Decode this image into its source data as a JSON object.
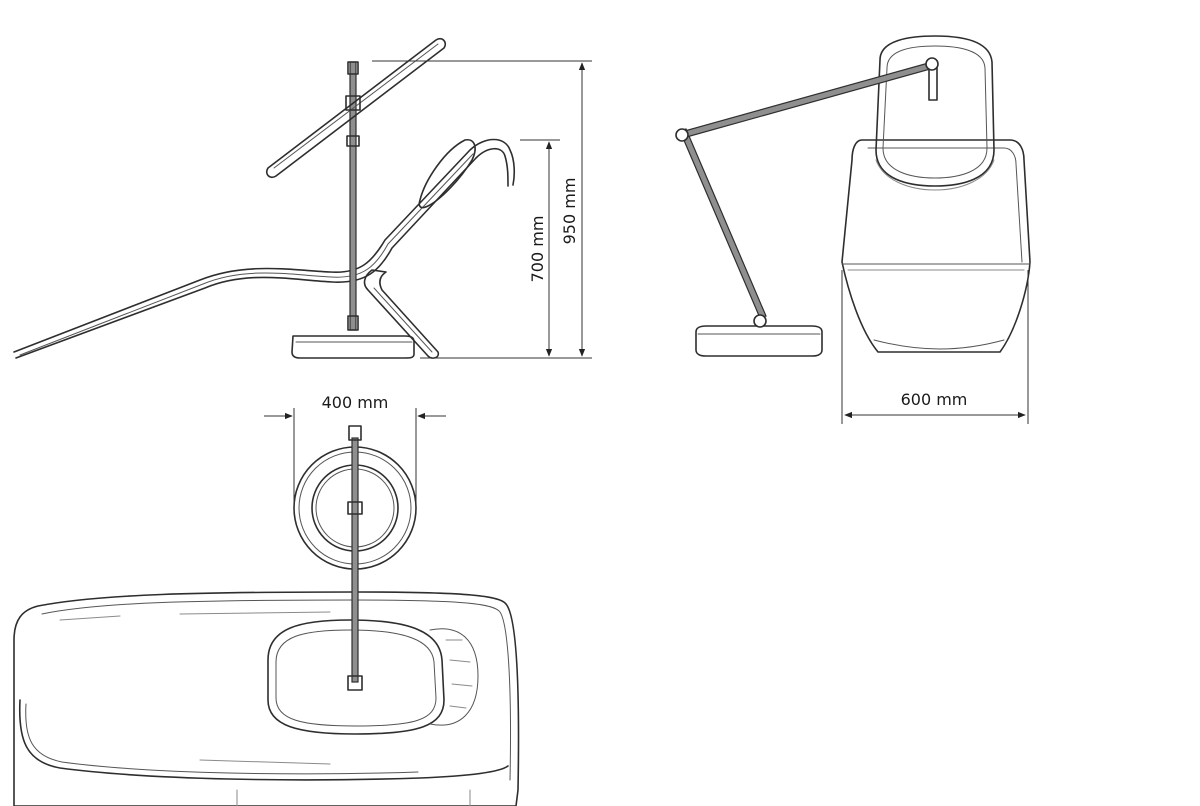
{
  "dimensions": {
    "height_700": "700 mm",
    "height_950": "950 mm",
    "width_600": "600 mm",
    "diameter_400": "400 mm"
  }
}
